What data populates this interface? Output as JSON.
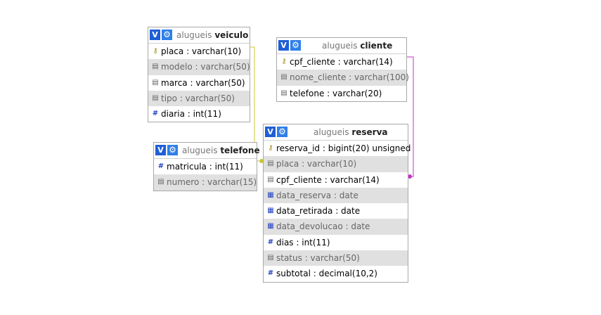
{
  "tables": {
    "veiculo": {
      "db": "alugueis",
      "name": "veiculo",
      "columns": [
        {
          "label": "placa : varchar(10)",
          "icon": "key-icon"
        },
        {
          "label": "modelo : varchar(50)",
          "icon": "text-icon"
        },
        {
          "label": "marca : varchar(50)",
          "icon": "text-icon"
        },
        {
          "label": "tipo : varchar(50)",
          "icon": "text-icon"
        },
        {
          "label": "diaria : int(11)",
          "icon": "number-icon"
        }
      ]
    },
    "cliente": {
      "db": "alugueis",
      "name": "cliente",
      "columns": [
        {
          "label": "cpf_cliente : varchar(14)",
          "icon": "key-icon"
        },
        {
          "label": "nome_cliente : varchar(100)",
          "icon": "text-icon"
        },
        {
          "label": "telefone : varchar(20)",
          "icon": "text-icon"
        }
      ]
    },
    "telefone": {
      "db": "alugueis",
      "name": "telefone",
      "columns": [
        {
          "label": "matricula : int(11)",
          "icon": "number-icon"
        },
        {
          "label": "numero : varchar(15)",
          "icon": "text-icon"
        }
      ]
    },
    "reserva": {
      "db": "alugueis",
      "name": "reserva",
      "columns": [
        {
          "label": "reserva_id : bigint(20) unsigned",
          "icon": "key-icon"
        },
        {
          "label": "placa : varchar(10)",
          "icon": "text-icon"
        },
        {
          "label": "cpf_cliente : varchar(14)",
          "icon": "text-icon"
        },
        {
          "label": "data_reserva : date",
          "icon": "date-icon"
        },
        {
          "label": "data_retirada : date",
          "icon": "date-icon"
        },
        {
          "label": "data_devolucao : date",
          "icon": "date-icon"
        },
        {
          "label": "dias : int(11)",
          "icon": "number-icon"
        },
        {
          "label": "status : varchar(50)",
          "icon": "text-icon"
        },
        {
          "label": "subtotal : decimal(10,2)",
          "icon": "number-icon"
        }
      ]
    }
  },
  "buttons": {
    "toggle_label": "V"
  },
  "relations": [
    {
      "from": "reserva.placa",
      "to": "veiculo.placa",
      "color": "#c8c832"
    },
    {
      "from": "reserva.cpf_cliente",
      "to": "cliente.cpf_cliente",
      "color": "#c832c8"
    }
  ]
}
